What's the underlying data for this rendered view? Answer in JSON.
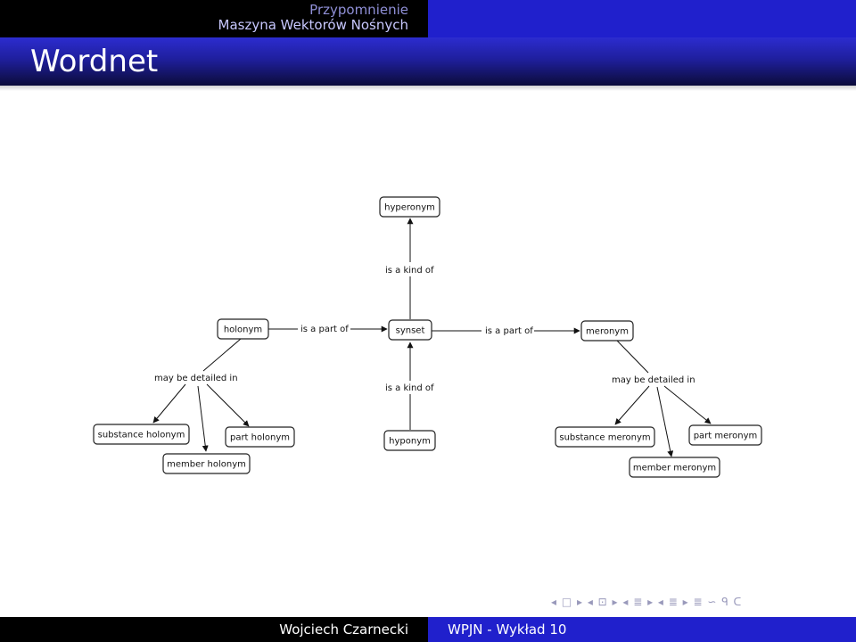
{
  "header": {
    "section": "Przypomnienie",
    "subsection": "Maszyna Wektorów Nośnych"
  },
  "frame": {
    "title": "Wordnet"
  },
  "diagram": {
    "nodes": {
      "hyperonym": "hyperonym",
      "holonym": "holonym",
      "synset": "synset",
      "meronym": "meronym",
      "substance_holonym": "substance holonym",
      "part_holonym": "part holonym",
      "member_holonym": "member holonym",
      "hyponym": "hyponym",
      "substance_meronym": "substance meronym",
      "part_meronym": "part meronym",
      "member_meronym": "member meronym"
    },
    "edge_labels": {
      "kind_of_top": "is a kind of",
      "kind_of_bottom": "is a kind of",
      "part_of_left": "is a part of",
      "part_of_right": "is a part of",
      "detailed_left": "may be detailed in",
      "detailed_right": "may be detailed in"
    }
  },
  "navigation": {
    "symbols": "◂ □ ▸ ◂ ⊡ ▸ ◂ ≣ ▸ ◂ ≣ ▸ ≣ ∽ ᑫ ᑕ"
  },
  "footer": {
    "author": "Wojciech Czarnecki",
    "course": "WPJN - Wykład 10"
  },
  "colors": {
    "header_black": "#000000",
    "header_blue": "#2020cc",
    "section_text": "#8f8fd6",
    "nav_symbols": "#9999bb"
  }
}
